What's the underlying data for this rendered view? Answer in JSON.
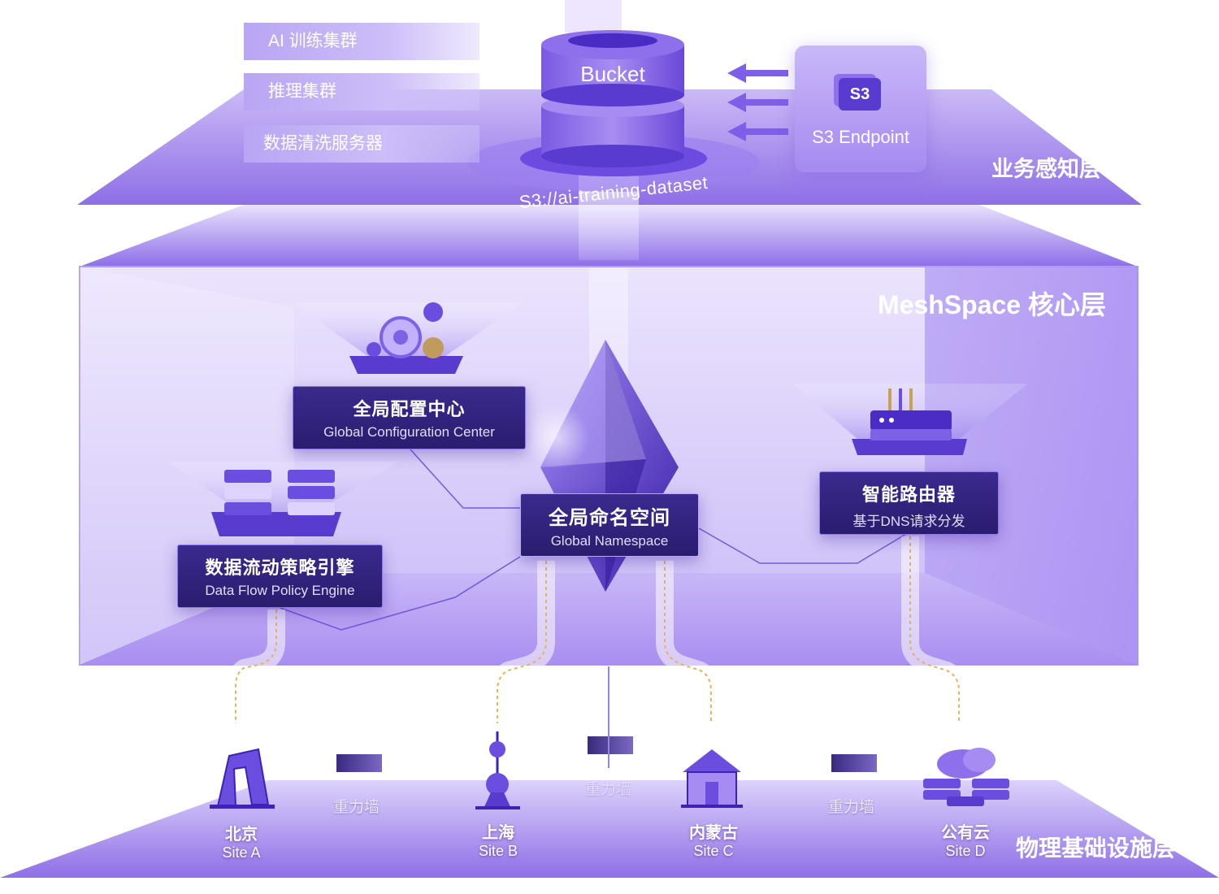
{
  "layers": {
    "business": "业务感知层",
    "core": "MeshSpace 核心层",
    "physical": "物理基础设施层"
  },
  "clients": [
    "AI 训练集群",
    "推理集群",
    "数据清洗服务器"
  ],
  "bucket": {
    "label": "Bucket",
    "path": "S3://ai-training-dataset"
  },
  "s3_endpoint": {
    "badge": "S3",
    "label": "S3 Endpoint"
  },
  "components": {
    "config_center": {
      "cn": "全局配置中心",
      "en": "Global Configuration Center"
    },
    "policy_engine": {
      "cn": "数据流动策略引擎",
      "en": "Data Flow Policy Engine"
    },
    "namespace": {
      "cn": "全局命名空间",
      "en": "Global Namespace"
    },
    "router": {
      "cn": "智能路由器",
      "en": "基于DNS请求分发"
    }
  },
  "sites": [
    {
      "cn": "北京",
      "en": "Site A"
    },
    {
      "cn": "上海",
      "en": "Site B"
    },
    {
      "cn": "内蒙古",
      "en": "Site C"
    },
    {
      "cn": "公有云",
      "en": "Site D"
    }
  ],
  "walls": [
    "重力墙",
    "重力墙",
    "重力墙"
  ],
  "colors": {
    "primary": "#6c4ee0",
    "dark": "#2a1c6e",
    "light": "#d8cdfb"
  }
}
